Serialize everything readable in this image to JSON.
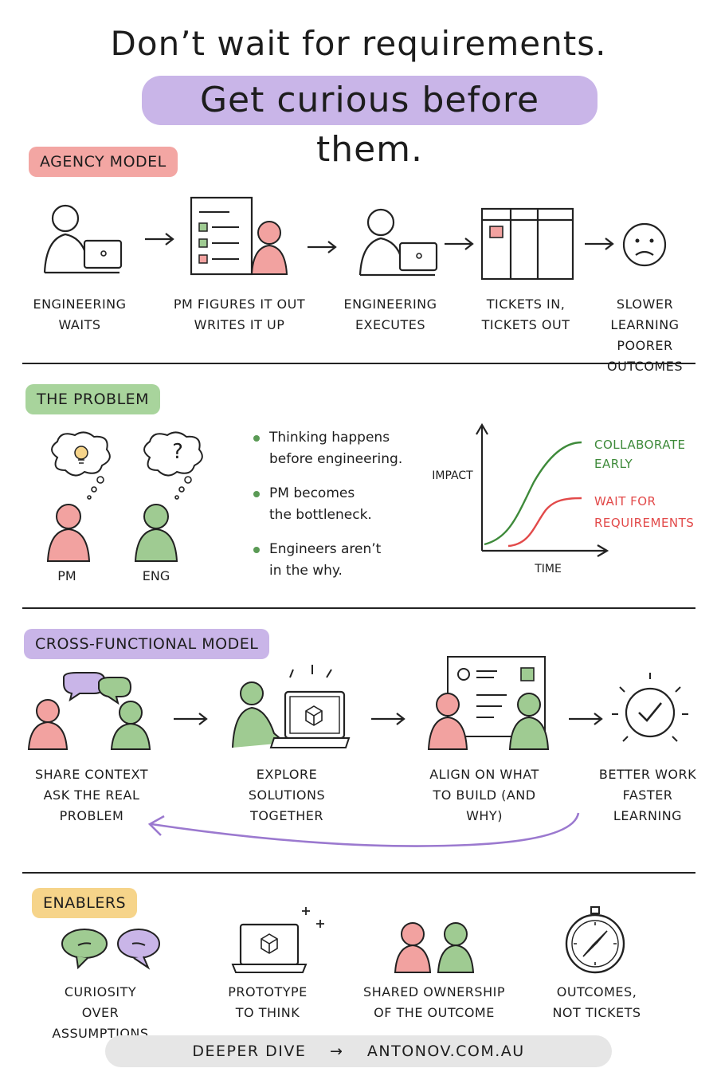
{
  "title": {
    "line1": "Don’t wait for requirements.",
    "line2": "Get curious before them."
  },
  "colors": {
    "pink": "#f2a2a0",
    "green": "#9fcb92",
    "purple": "#c9b5e8",
    "yellow": "#f6d48a",
    "red": "#e24a4a",
    "darkgreen": "#3e8a3a",
    "arrow_purple": "#9b79cf"
  },
  "agency": {
    "tag": "AGENCY MODEL",
    "steps": [
      {
        "l1": "ENGINEERING",
        "l2": "WAITS"
      },
      {
        "l1": "PM FIGURES IT OUT",
        "l2": "WRITES IT UP"
      },
      {
        "l1": "ENGINEERING",
        "l2": "EXECUTES"
      },
      {
        "l1": "TICKETS IN,",
        "l2": "TICKETS OUT"
      },
      {
        "l1": "SLOWER LEARNING",
        "l2": "POORER OUTCOMES"
      }
    ]
  },
  "problem": {
    "tag": "THE PROBLEM",
    "pm_label": "PM",
    "eng_label": "ENG",
    "thought_symbol": "?",
    "bullets": [
      {
        "l1": "Thinking happens",
        "l2": "before engineering."
      },
      {
        "l1": "PM becomes",
        "l2": "the bottleneck."
      },
      {
        "l1": "Engineers aren’t",
        "l2": "in the why."
      }
    ]
  },
  "chart_data": {
    "type": "line",
    "xlabel": "TIME",
    "ylabel": "IMPACT",
    "series": [
      {
        "name": "COLLABORATE EARLY",
        "color": "#3e8a3a",
        "shape": "s-curve rising early to a high plateau"
      },
      {
        "name": "WAIT FOR REQUIREMENTS",
        "color": "#e24a4a",
        "shape": "s-curve starting later, lower plateau"
      }
    ]
  },
  "cross": {
    "tag": "CROSS-FUNCTIONAL MODEL",
    "steps": [
      {
        "l1": "SHARE CONTEXT",
        "l2": "ASK THE REAL PROBLEM"
      },
      {
        "l1": "EXPLORE SOLUTIONS",
        "l2": "TOGETHER"
      },
      {
        "l1": "ALIGN ON WHAT",
        "l2": "TO BUILD (AND WHY)"
      },
      {
        "l1": "BETTER WORK",
        "l2": "FASTER LEARNING"
      }
    ]
  },
  "enablers": {
    "tag": "ENABLERS",
    "items": [
      {
        "l1": "CURIOSITY",
        "l2": "OVER ASSUMPTIONS"
      },
      {
        "l1": "PROTOTYPE",
        "l2": "TO THINK"
      },
      {
        "l1": "SHARED OWNERSHIP",
        "l2": "OF THE OUTCOME"
      },
      {
        "l1": "OUTCOMES,",
        "l2": "NOT TICKETS"
      }
    ]
  },
  "footer": {
    "left": "DEEPER DIVE",
    "arrow": "→",
    "right": "ANTONOV.COM.AU"
  }
}
